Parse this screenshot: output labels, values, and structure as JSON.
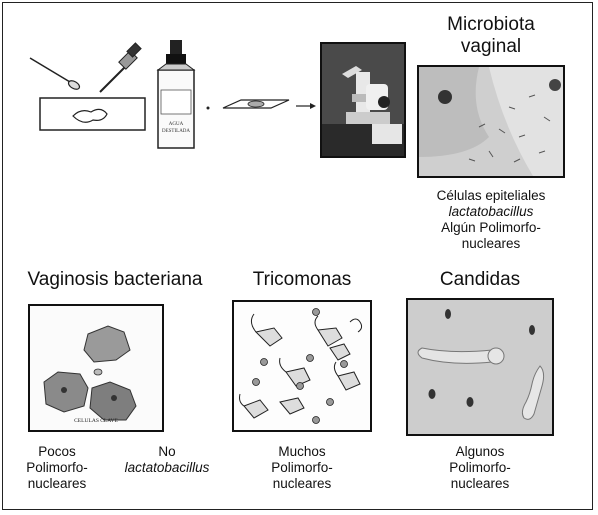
{
  "top": {
    "bottle_label_line1": "AGUA",
    "bottle_label_line2": "DESTILADA",
    "microbiota_title_line1": "Microbiota",
    "microbiota_title_line2": "vaginal",
    "microbiota_caption": [
      "Células epiteliales",
      "lactatobacillus",
      "Algún Polimorfo-",
      "nucleares"
    ]
  },
  "vaginosis": {
    "title": "Vaginosis bacteriana",
    "image_label": "CELULAS CLAVE",
    "caption_left": [
      "Pocos",
      "Polimorfo-",
      "nucleares"
    ],
    "caption_right": [
      "No",
      "lactatobacillus"
    ]
  },
  "tricomonas": {
    "title": "Tricomonas",
    "caption": [
      "Muchos",
      "Polimorfo-",
      "nucleares"
    ]
  },
  "candidas": {
    "title": "Candidas",
    "caption": [
      "Algunos",
      "Polimorfo-",
      "nucleares"
    ]
  }
}
